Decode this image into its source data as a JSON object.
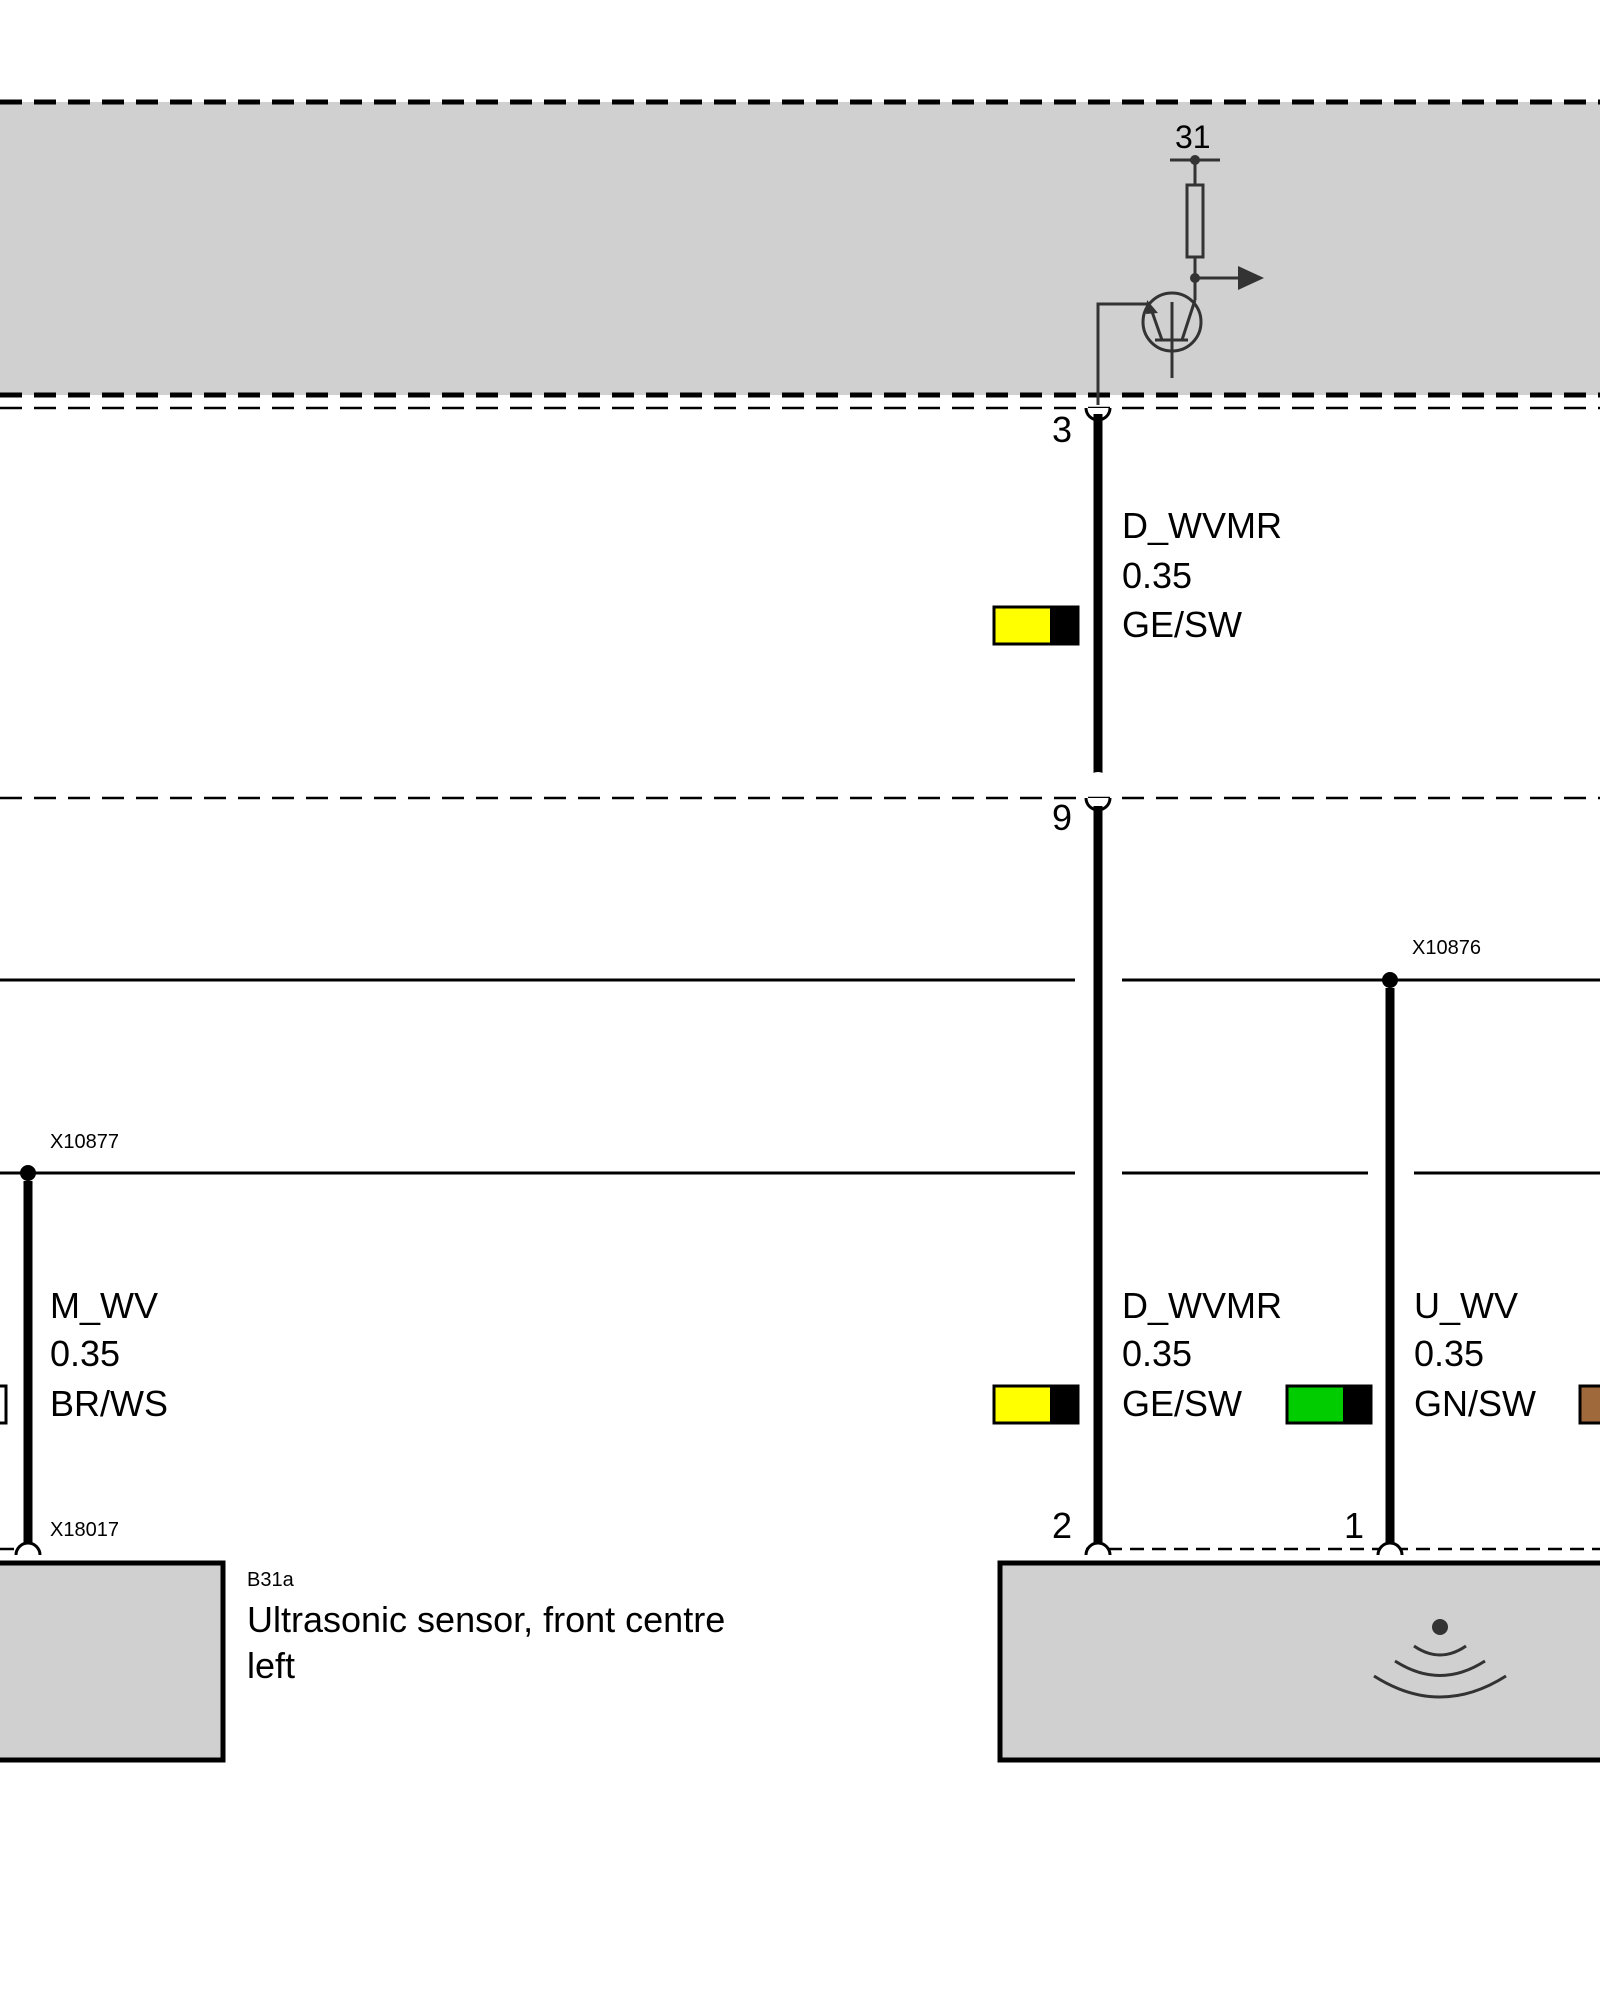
{
  "module": {
    "ground_terminal": "31"
  },
  "pins": {
    "module_out": "3",
    "passthrough": "9",
    "sensor_right_a": "2",
    "sensor_right_b": "1"
  },
  "wires": {
    "upper": {
      "signal": "D_WVMR",
      "gauge": "0.35",
      "color_code": "GE/SW",
      "colors": [
        "#ffff00",
        "#000000"
      ]
    },
    "lower_mid": {
      "signal": "D_WVMR",
      "gauge": "0.35",
      "color_code": "GE/SW",
      "colors": [
        "#ffff00",
        "#000000"
      ]
    },
    "lower_left": {
      "signal": "M_WV",
      "gauge": "0.35",
      "color_code": "BR/WS",
      "colors": [
        "#ffffff",
        "#ffffff"
      ]
    },
    "lower_right": {
      "signal": "U_WV",
      "gauge": "0.35",
      "color_code": "GN/SW",
      "colors": [
        "#00cc00",
        "#000000"
      ]
    },
    "edge_swatch_color": "#a0693c"
  },
  "connectors": {
    "splice_right": "X10876",
    "splice_left": "X10877",
    "sensor_left_connector": "X18017"
  },
  "components": {
    "sensor_left_id": "B31a",
    "sensor_left_name_line1": "Ultrasonic sensor, front centre",
    "sensor_left_name_line2": "left"
  }
}
